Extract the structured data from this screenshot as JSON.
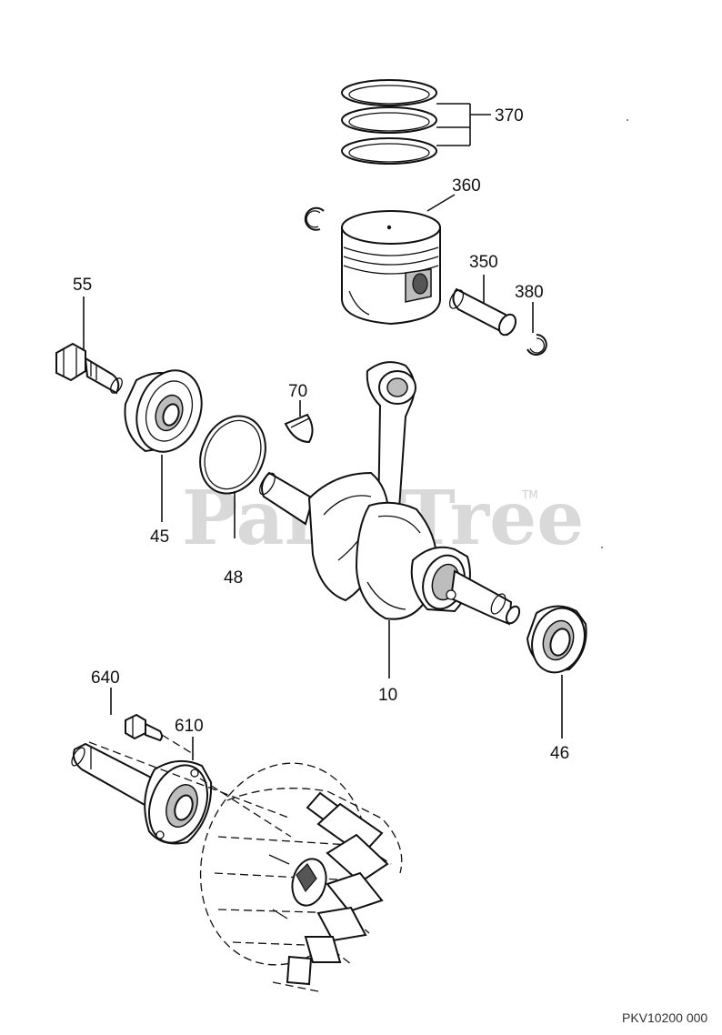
{
  "watermark": {
    "text": "PartsTree",
    "trademark": "TM"
  },
  "drawing_code": "PKV10200 000",
  "callouts": {
    "piston_rings": "370",
    "piston": "360",
    "piston_pin": "350",
    "pin_clip": "380",
    "crank_bolt": "55",
    "bearing_left": "45",
    "o_ring": "48",
    "woodruff_key": "70",
    "crankshaft": "10",
    "oil_seal": "46",
    "flywheel_screw": "640",
    "flywheel_hub": "610"
  }
}
